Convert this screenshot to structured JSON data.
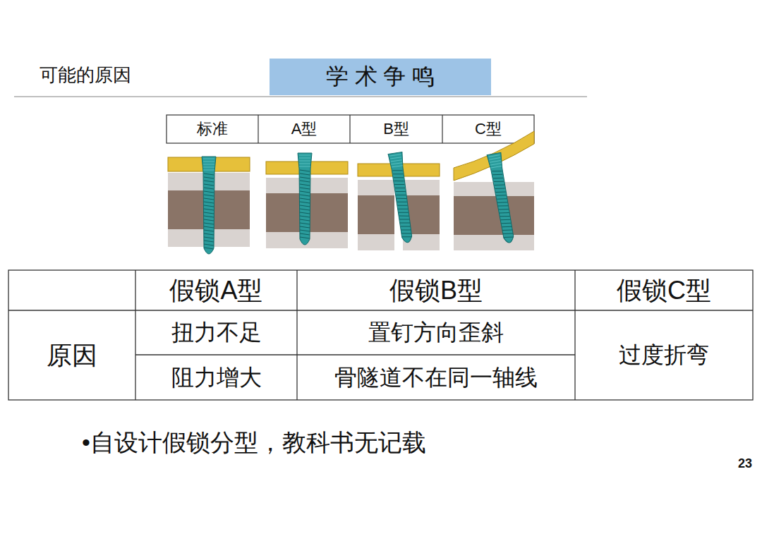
{
  "diagram": {
    "title": "可能的原因",
    "nodes": [
      {
        "text": [
          "学 术 争 鸣"
        ]
      }
    ],
    "labels": [
      "标准",
      "A型",
      "B型",
      "C型",
      "假锁A型",
      "假锁B型",
      "假锁C型",
      "原因",
      "扭力不足",
      "置钉方向歪斜",
      "过度折弯",
      "阻力增大",
      "骨隧道不在同一轴线",
      "•自设计假锁分型，教科书无记载",
      "23"
    ]
  }
}
